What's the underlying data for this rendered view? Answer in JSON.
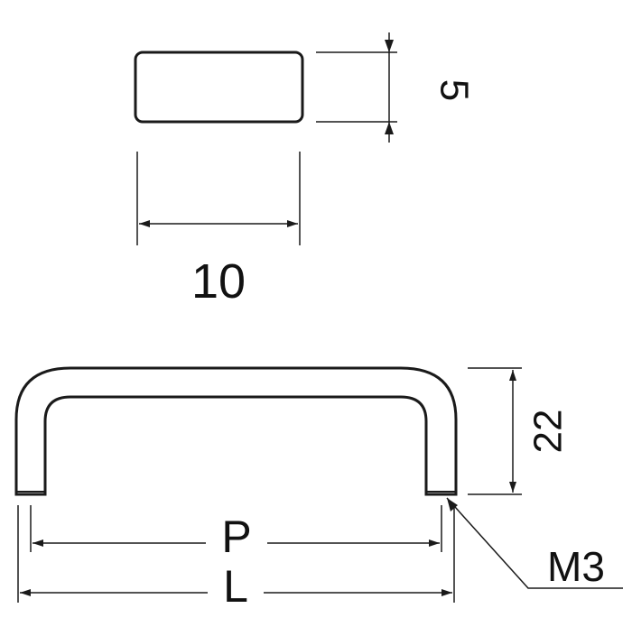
{
  "dimensions": {
    "section_height": "5",
    "section_width": "10",
    "handle_height": "22",
    "pitch": "P",
    "length": "L",
    "thread": "M3"
  },
  "colors": {
    "line": "#1a1a1a",
    "background": "#ffffff"
  }
}
